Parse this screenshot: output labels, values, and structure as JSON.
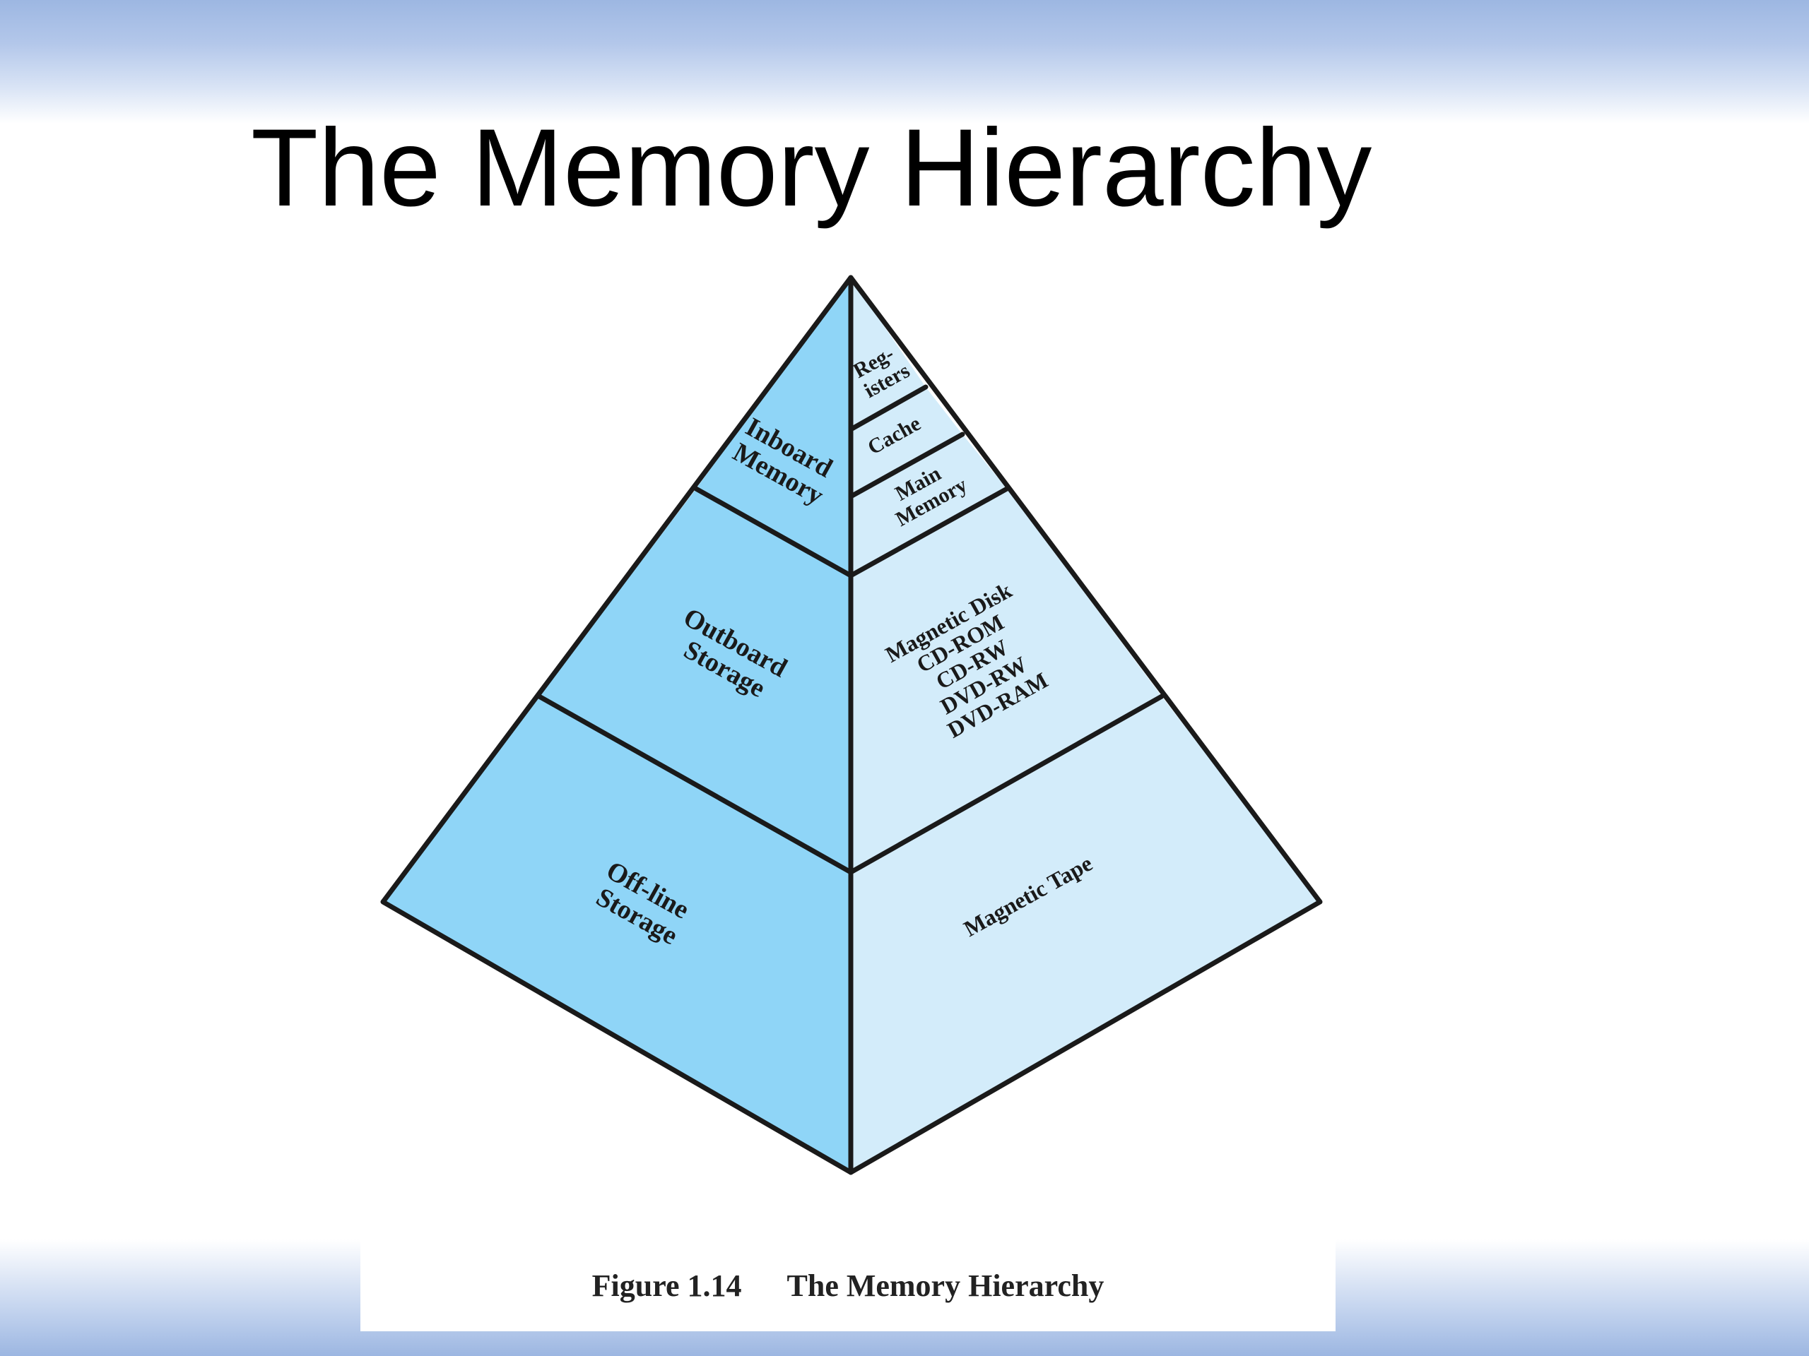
{
  "slide": {
    "title": "The Memory Hierarchy"
  },
  "pyramid": {
    "left_face": {
      "color": "#8fd5f7",
      "levels": [
        {
          "lines": [
            "Inboard",
            "Memory"
          ]
        },
        {
          "lines": [
            "Outboard",
            "Storage"
          ]
        },
        {
          "lines": [
            "Off-line",
            "Storage"
          ]
        }
      ]
    },
    "right_face": {
      "color": "#d3ecfa",
      "levels": [
        {
          "lines": [
            "Reg-",
            "isters"
          ]
        },
        {
          "lines": [
            "Cache"
          ]
        },
        {
          "lines": [
            "Main",
            "Memory"
          ]
        },
        {
          "lines": [
            "Magnetic Disk",
            "CD-ROM",
            "CD-RW",
            "DVD-RW",
            "DVD-RAM"
          ]
        },
        {
          "lines": [
            "Magnetic Tape"
          ]
        }
      ]
    },
    "outline_color": "#1a1a1a"
  },
  "caption": {
    "figure_number": "Figure 1.14",
    "figure_title": "The Memory Hierarchy"
  }
}
